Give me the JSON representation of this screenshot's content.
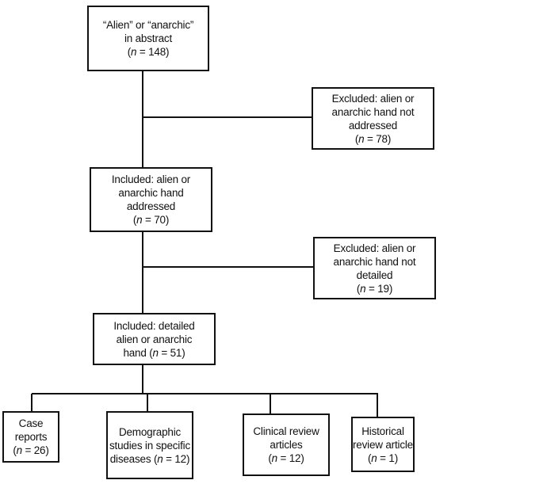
{
  "boxes": {
    "identified": {
      "lines": [
        "“Alien” or “anarchic”",
        "in abstract"
      ],
      "last": {
        "pre": "(",
        "n": "n",
        "post": " = 148)"
      }
    },
    "excluded_not_addressed": {
      "lines": [
        "Excluded: alien or",
        "anarchic hand not",
        "addressed"
      ],
      "last": {
        "pre": "(",
        "n": "n",
        "post": " = 78)"
      }
    },
    "included_addressed": {
      "lines": [
        "Included: alien or",
        "anarchic hand",
        "addressed"
      ],
      "last": {
        "pre": "(",
        "n": "n",
        "post": " = 70)"
      }
    },
    "excluded_not_detailed": {
      "lines": [
        "Excluded: alien or",
        "anarchic hand not",
        "detailed"
      ],
      "last": {
        "pre": "(",
        "n": "n",
        "post": " = 19)"
      }
    },
    "included_detailed": {
      "lines": [
        "Included: detailed",
        "alien or anarchic"
      ],
      "last": {
        "pre": "hand (",
        "n": "n",
        "post": " = 51)"
      }
    },
    "case_reports": {
      "lines": [
        "Case",
        "reports"
      ],
      "last": {
        "pre": "(",
        "n": "n",
        "post": " = 26)"
      }
    },
    "demographic_studies": {
      "lines": [
        "Demographic",
        "studies in specific"
      ],
      "last": {
        "pre": "diseases (",
        "n": "n",
        "post": " = 12)"
      }
    },
    "clinical_reviews": {
      "lines": [
        "Clinical review",
        "articles"
      ],
      "last": {
        "pre": "(",
        "n": "n",
        "post": " = 12)"
      }
    },
    "historical_review": {
      "lines": [
        "Historical",
        "review article"
      ],
      "last": {
        "pre": "(",
        "n": "n",
        "post": " = 1)"
      }
    }
  },
  "colors": {
    "line": "#111111",
    "background": "#ffffff"
  }
}
